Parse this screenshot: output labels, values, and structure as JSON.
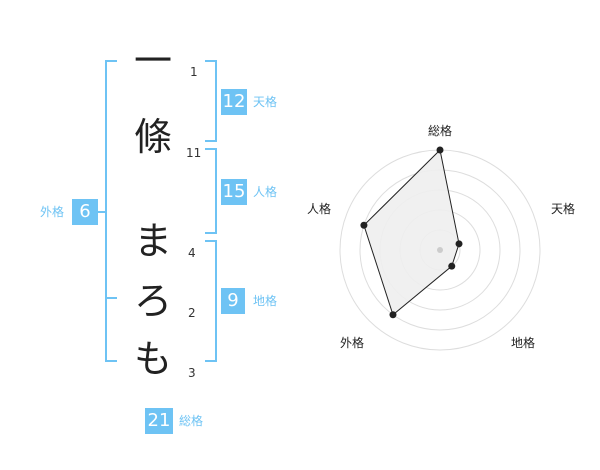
{
  "name_chars": [
    {
      "char": "一",
      "strokes": "1"
    },
    {
      "char": "條",
      "strokes": "11"
    },
    {
      "char": "ま",
      "strokes": "4"
    },
    {
      "char": "ろ",
      "strokes": "2"
    },
    {
      "char": "も",
      "strokes": "3"
    }
  ],
  "scores": {
    "tenkaku": {
      "value": "12",
      "label": "天格"
    },
    "jinkaku": {
      "value": "15",
      "label": "人格"
    },
    "chikaku": {
      "value": "9",
      "label": "地格"
    },
    "gaikaku": {
      "value": "6",
      "label": "外格"
    },
    "soukaku": {
      "value": "21",
      "label": "総格"
    }
  },
  "colors": {
    "accent": "#6ec3f4",
    "text": "#222222",
    "radar_fill": "#eeeeee",
    "ring": "#dddddd"
  },
  "chart_data": {
    "type": "radar",
    "axes": [
      "総格",
      "天格",
      "地格",
      "外格",
      "人格"
    ],
    "values": [
      5,
      1,
      1,
      4,
      4
    ],
    "max": 5,
    "ticks": 5
  }
}
